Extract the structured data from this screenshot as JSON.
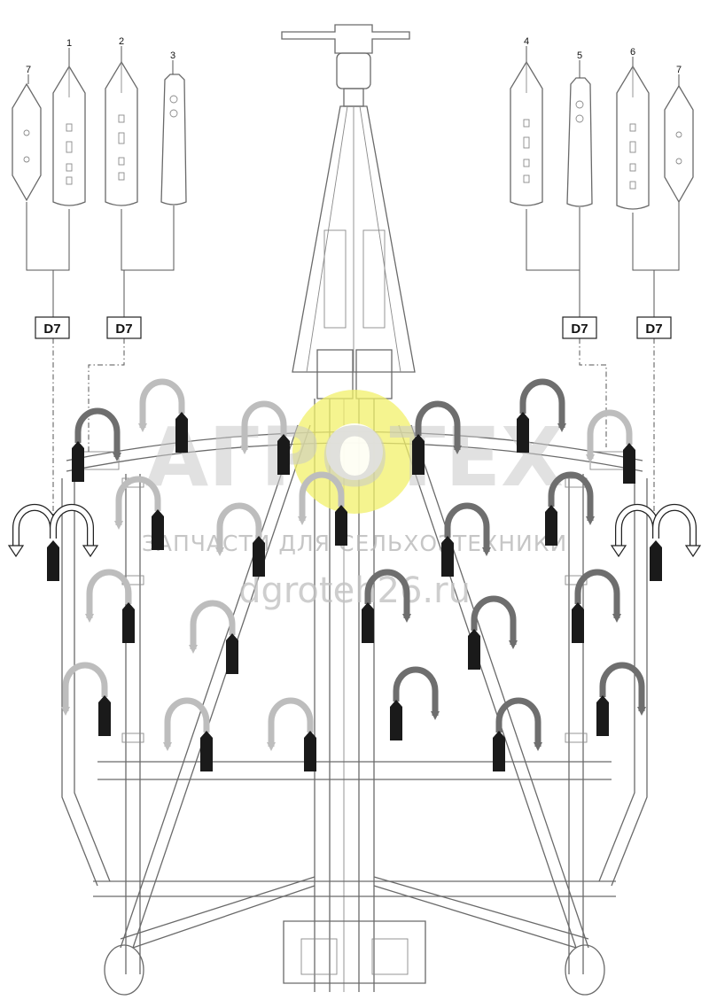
{
  "callouts": [
    "7",
    "1",
    "2",
    "3",
    "4",
    "5",
    "6",
    "7"
  ],
  "groups": [
    "D7",
    "D7",
    "D7",
    "D7"
  ],
  "watermark": {
    "logo": "АГРОТЕХ",
    "tagline": "ЗАПЧАСТИ ДЛЯ СЕЛЬХОЗТЕХНИКИ",
    "url": "dgroteh26.ru"
  },
  "colors": {
    "arrow_black": "#1a1a1a",
    "arrow_light": "#bdbdbd",
    "arrow_dark": "#6e6e6e",
    "arrow_outline": "#ffffff",
    "watermark_gear": "#f1f06a"
  },
  "arrow_legend": [
    "black",
    "light-grey",
    "dark-grey",
    "white-outline-split"
  ]
}
